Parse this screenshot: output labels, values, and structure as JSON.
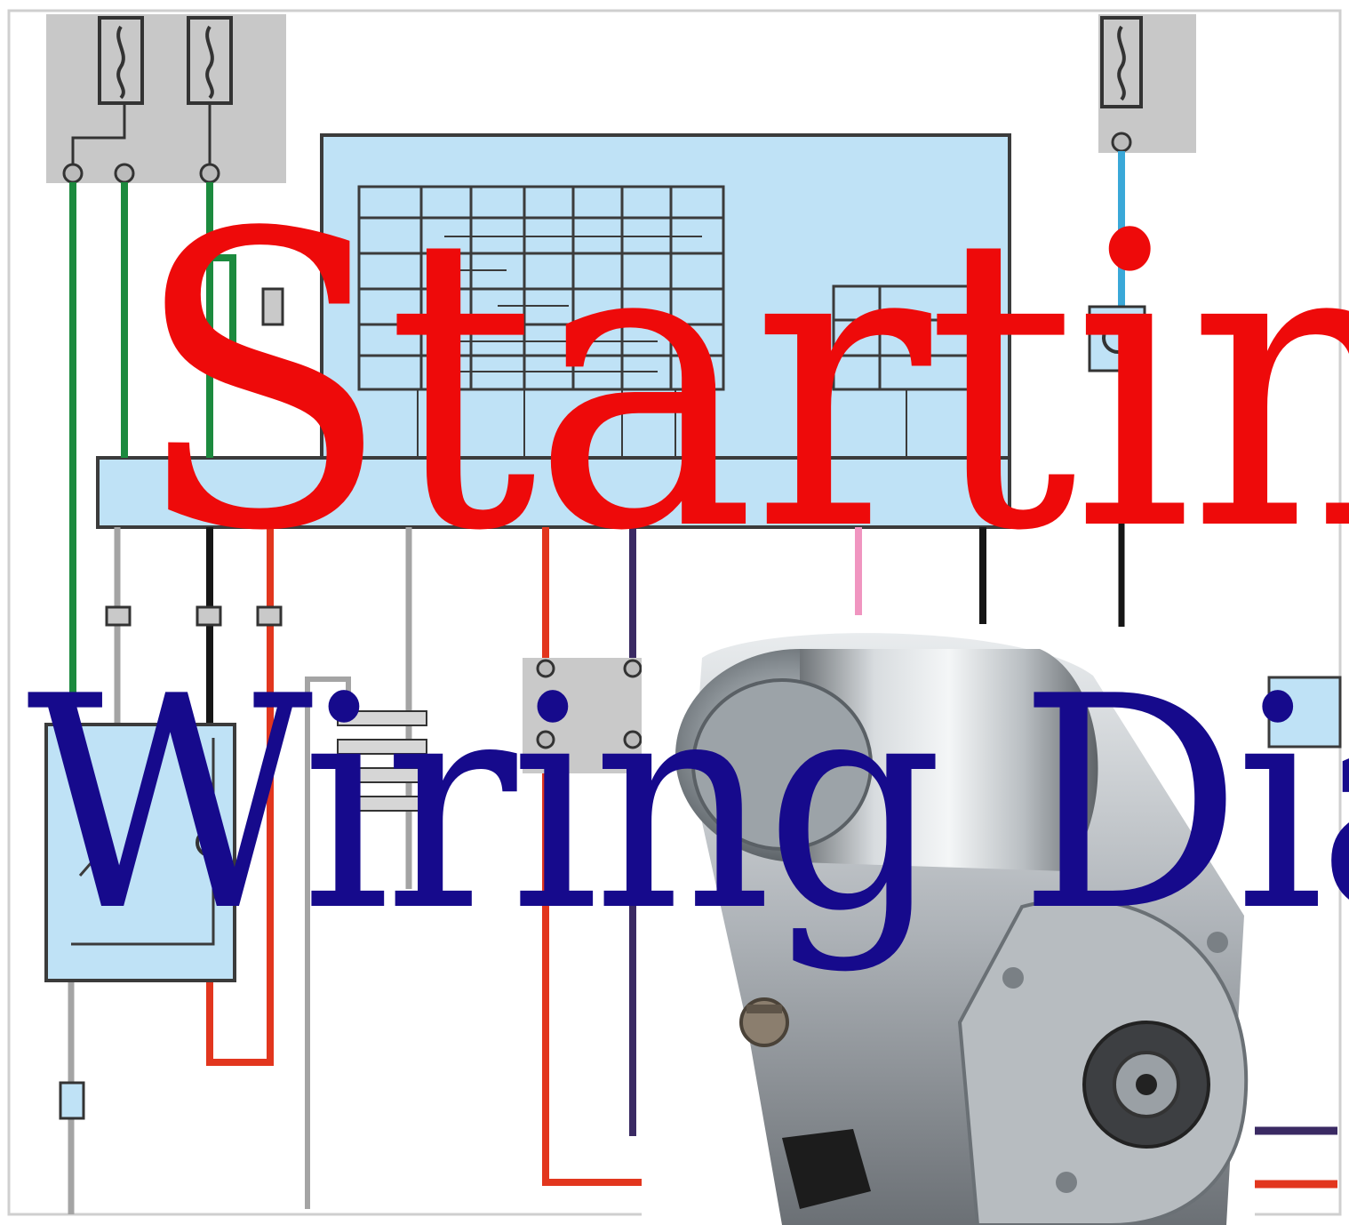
{
  "title": {
    "line1": "Starting",
    "line2": "Wiring Diagram",
    "line1_color": "#ee0a0a",
    "line2_color": "#160a8c"
  },
  "colors": {
    "wire_green": "#1c8a3e",
    "wire_gray": "#a4a4a4",
    "wire_black": "#161616",
    "wire_red": "#e2361e",
    "wire_purple": "#3a2a63",
    "wire_blue": "#3aa8d8",
    "wire_pink": "#f095c0",
    "component_fill": "#bfe2f6",
    "connector_fill": "#c9c9c9",
    "outline": "#3b3b3b"
  },
  "photo": {
    "subject": "starter-motor-photo"
  }
}
